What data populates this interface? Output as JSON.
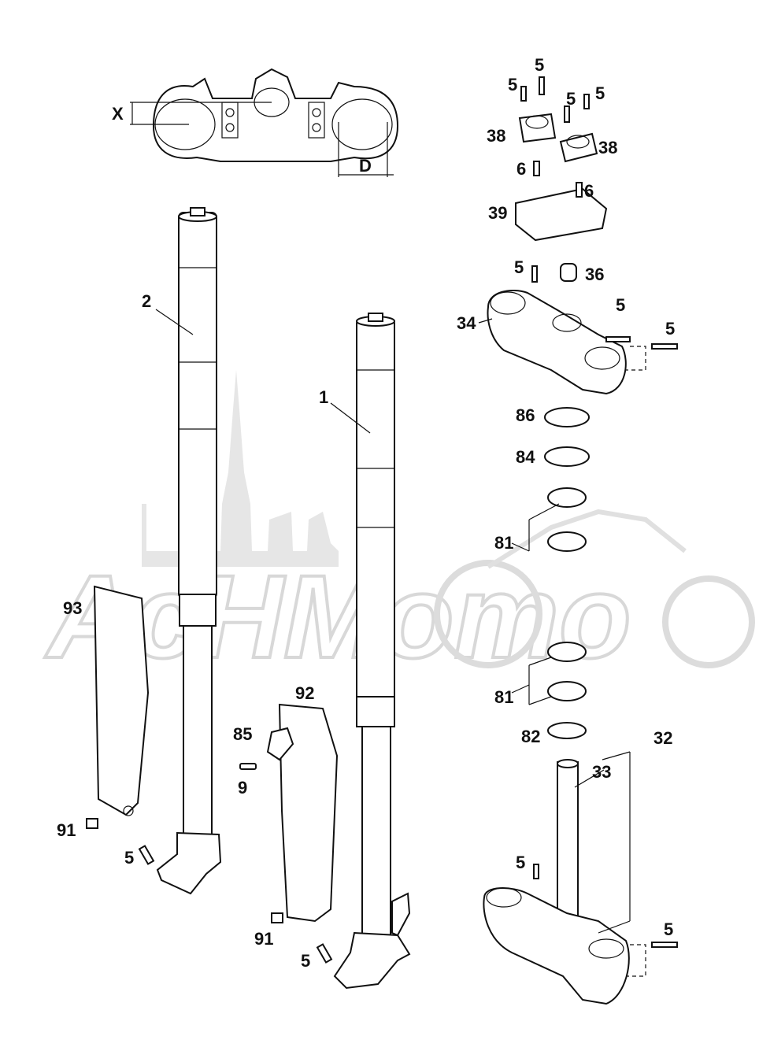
{
  "watermark": {
    "text": "AcHMomo"
  },
  "dimension_labels": {
    "x": "X",
    "d": "D"
  },
  "callouts": {
    "c1": "1",
    "c2": "2",
    "c5a": "5",
    "c5b": "5",
    "c5c": "5",
    "c5d": "5",
    "c5e": "5",
    "c5f": "5",
    "c5g": "5",
    "c5h": "5",
    "c5i": "5",
    "c5j": "5",
    "c5k": "5",
    "c6a": "6",
    "c6b": "6",
    "c9": "9",
    "c32": "32",
    "c33": "33",
    "c34": "34",
    "c36": "36",
    "c38a": "38",
    "c38b": "38",
    "c39": "39",
    "c81a": "81",
    "c81b": "81",
    "c82": "82",
    "c84": "84",
    "c85": "85",
    "c86": "86",
    "c91a": "91",
    "c91b": "91",
    "c92": "92",
    "c93": "93"
  }
}
